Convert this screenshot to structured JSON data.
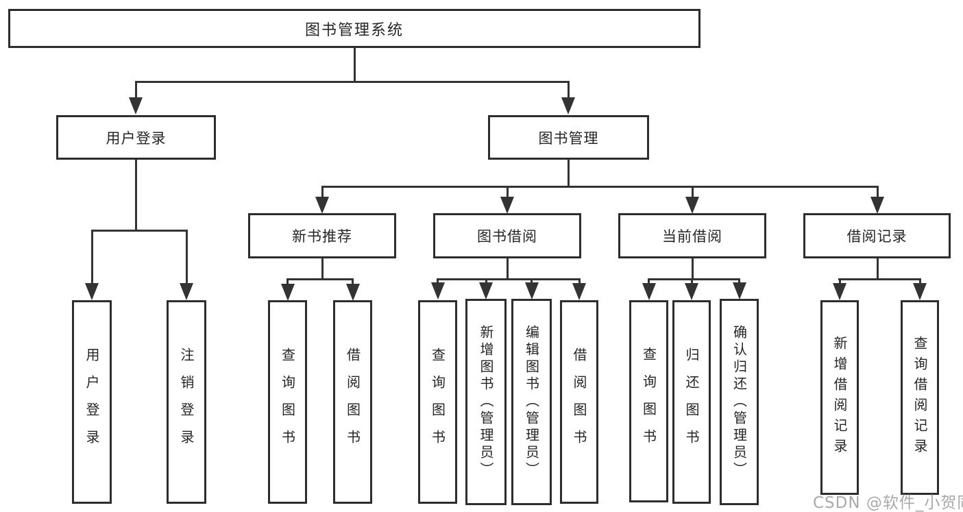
{
  "diagram": {
    "title": "图书管理系统",
    "root": {
      "label": "图书管理系统"
    },
    "level2": [
      {
        "label": "用户登录"
      },
      {
        "label": "图书管理"
      }
    ],
    "level3": [
      {
        "label": "新书推荐",
        "parent": "图书管理"
      },
      {
        "label": "图书借阅",
        "parent": "图书管理"
      },
      {
        "label": "当前借阅",
        "parent": "图书管理"
      },
      {
        "label": "借阅记录",
        "parent": "图书管理"
      }
    ],
    "leaves": [
      {
        "label": "用户登录",
        "parent": "用户登录"
      },
      {
        "label": "注销登录",
        "parent": "用户登录"
      },
      {
        "label": "查询图书",
        "parent": "新书推荐"
      },
      {
        "label": "借阅图书",
        "parent": "新书推荐"
      },
      {
        "label": "查询图书",
        "parent": "图书借阅"
      },
      {
        "label": "新增图书（管理员）",
        "parent": "图书借阅"
      },
      {
        "label": "编辑图书（管理员）",
        "parent": "图书借阅"
      },
      {
        "label": "借阅图书",
        "parent": "图书借阅"
      },
      {
        "label": "查询图书",
        "parent": "当前借阅"
      },
      {
        "label": "归还图书",
        "parent": "当前借阅"
      },
      {
        "label": "确认归还（管理员）",
        "parent": "当前借阅"
      },
      {
        "label": "新增借阅记录",
        "parent": "借阅记录"
      },
      {
        "label": "查询借阅记录",
        "parent": "借阅记录"
      }
    ]
  },
  "watermark": {
    "text": "CSDN @软件_小贺同学"
  },
  "colors": {
    "line": "#333333",
    "border": "#2d2d2d",
    "text": "#252525",
    "background": "#ffffff",
    "watermark": "#a9a9a9"
  }
}
